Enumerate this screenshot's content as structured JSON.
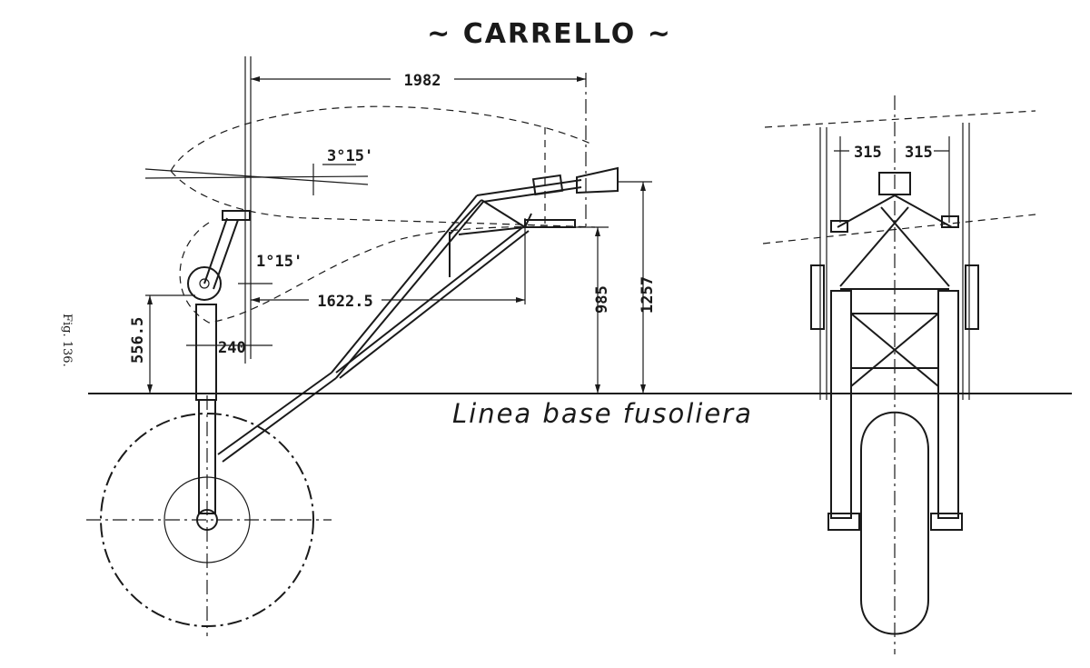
{
  "title": "~ CARRELLO ~",
  "figure_label": "Fig. 136.",
  "baseline_label": "Linea base fusoliera",
  "dimensions": {
    "span_top": "1982",
    "angle_wing": "3°15'",
    "angle_strut": "1°15'",
    "span_mid": "1622.5",
    "height_axle": "556.5",
    "offset_strut": "240",
    "height_mid": "985",
    "height_total": "1257",
    "track_left": "315",
    "track_right": "315"
  },
  "ink_color": "#1a1a1a"
}
